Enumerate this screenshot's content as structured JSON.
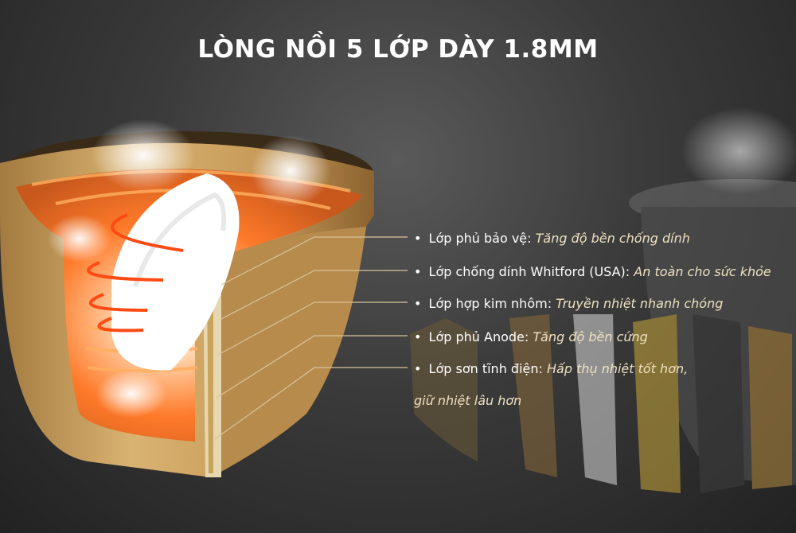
{
  "title": "LÒNG NỒI 5 LỚP DÀY 1.8MM",
  "features": [
    {
      "bullet": "•",
      "name": "Lớp phủ bảo vệ:",
      "desc": "Tăng độ bền chống dính"
    },
    {
      "bullet": "•",
      "name": "Lớp chống dính Whitford (USA):",
      "desc": "An toàn cho sức khỏe"
    },
    {
      "bullet": "•",
      "name": "Lớp hợp kim nhôm:",
      "desc": "Truyền nhiệt nhanh chóng"
    },
    {
      "bullet": "•",
      "name": "Lớp phủ Anode:",
      "desc": "Tăng độ bền cứng"
    },
    {
      "bullet": "•",
      "name": "Lớp sơn tĩnh điện:",
      "desc": "Hấp thụ nhiệt tốt hơn,"
    }
  ],
  "feature_continuation": "giữ nhiệt lâu hơn",
  "colors": {
    "pot_gold": "#c9a063",
    "heat_orange": "#ff6a1a",
    "leader_line": "#d9c49a"
  }
}
